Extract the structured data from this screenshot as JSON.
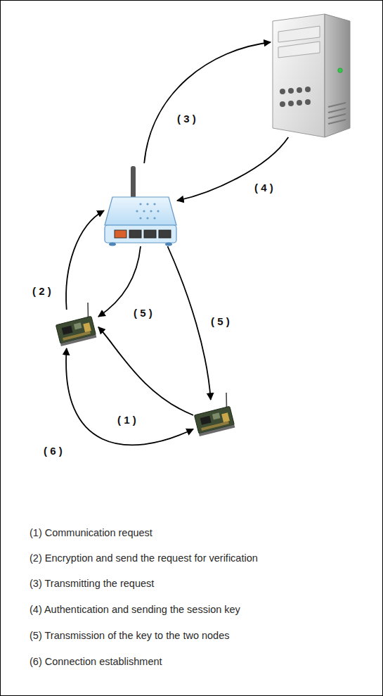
{
  "diagram": {
    "nodes": [
      {
        "text": []
      },
      {
        "text": []
      },
      {
        "text": []
      },
      {
        "text": []
      }
    ],
    "edges": [
      {
        "from": 3,
        "to": 2,
        "arrow": "to",
        "label": "( 1 )"
      },
      {
        "from": 2,
        "to": 1,
        "arrow": "to",
        "label": "( 2 )"
      },
      {
        "from": 1,
        "to": 0,
        "arrow": "to",
        "label": "( 3 )"
      },
      {
        "from": 0,
        "to": 1,
        "arrow": "to",
        "label": "( 4 )"
      },
      {
        "from": 1,
        "to": 2,
        "arrow": "to",
        "label": "( 5 )"
      },
      {
        "from": 1,
        "to": 3,
        "arrow": "to",
        "label": "( 5 )"
      },
      {
        "from": 2,
        "to": 3,
        "arrow": "both",
        "label": "( 6 )"
      }
    ],
    "labels": [
      "(1) Communication request",
      "(2) Encryption and send the request for verification",
      "(3) Transmitting the request",
      "(4) Authentication and sending the session key",
      "(5) Transmission of the key to the two nodes",
      "(6) Connection establishment"
    ]
  }
}
